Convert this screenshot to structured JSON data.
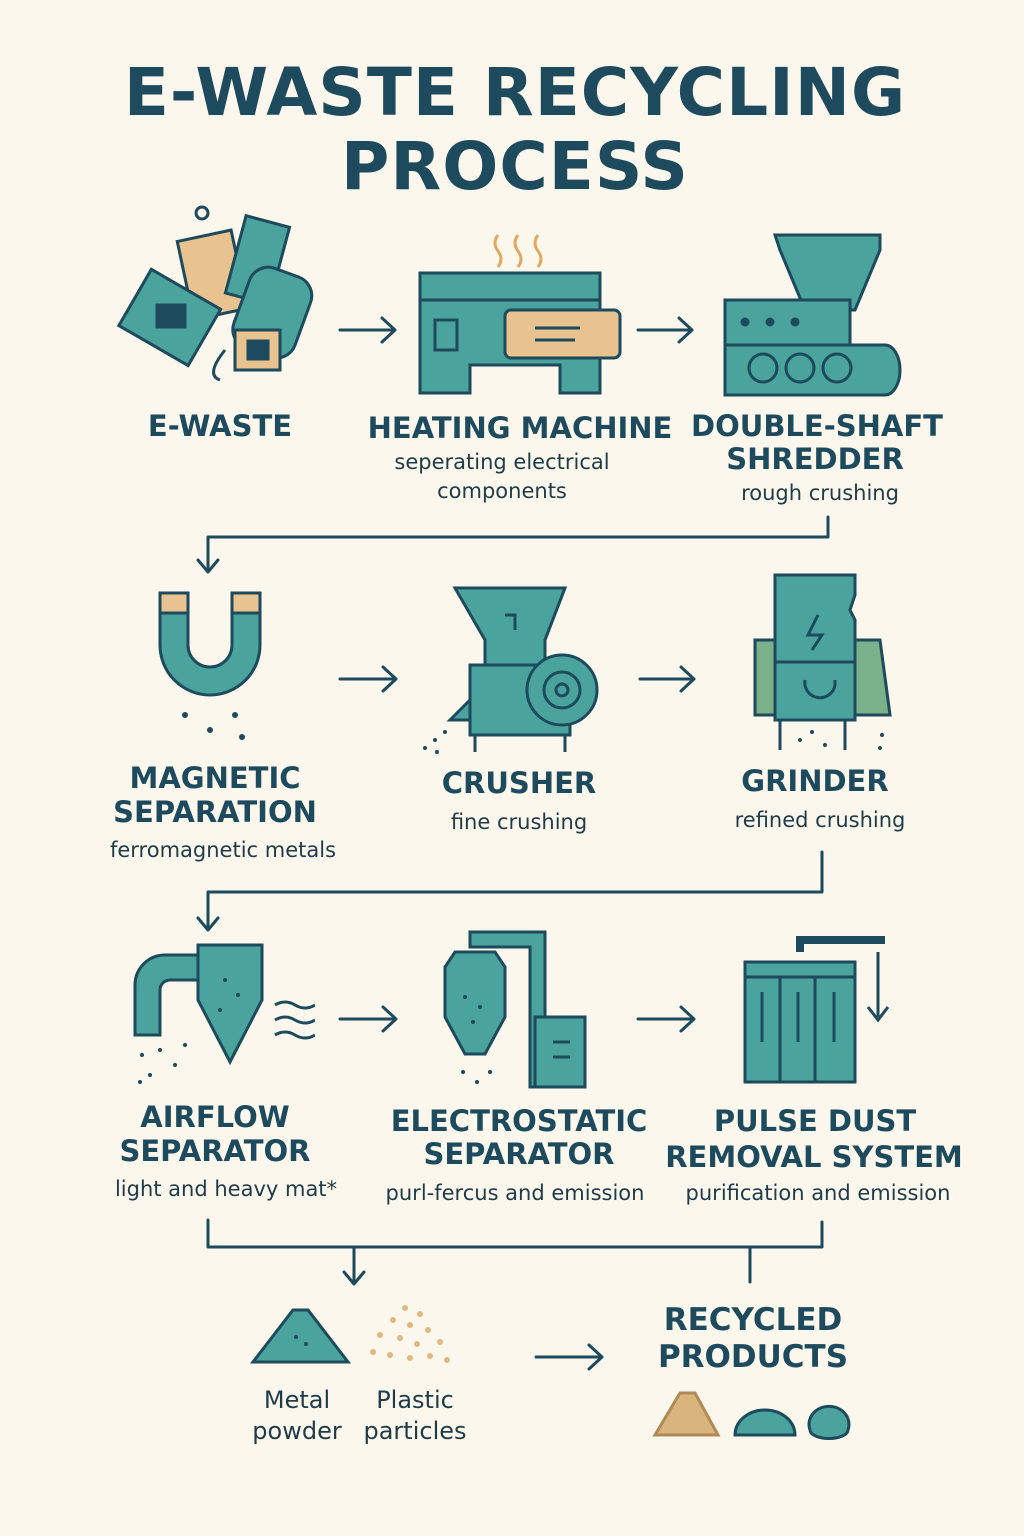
{
  "title": {
    "line1": "E-WASTE RECYCLING",
    "line2": "PROCESS"
  },
  "colors": {
    "background": "#fbf7ec",
    "text": "#1d4a5c",
    "teal": "#4aa39c",
    "tan": "#e8c28f"
  },
  "steps": [
    {
      "title": [
        "E-WASTE"
      ],
      "desc": []
    },
    {
      "title": [
        "HEATING MACHINE"
      ],
      "desc": [
        "seperating electrical",
        "components"
      ]
    },
    {
      "title": [
        "DOUBLE-SHAFT",
        "SHREDDER"
      ],
      "desc": [
        "rough crushing"
      ]
    },
    {
      "title": [
        "MAGNETIC",
        "SEPARATION"
      ],
      "desc": [
        "ferromagnetic metals"
      ]
    },
    {
      "title": [
        "CRUSHER"
      ],
      "desc": [
        "fine crushing"
      ]
    },
    {
      "title": [
        "GRINDER"
      ],
      "desc": [
        "refined crushing"
      ]
    },
    {
      "title": [
        "AIRFLOW",
        "SEPARATOR"
      ],
      "desc": [
        "light and heavy mat*"
      ]
    },
    {
      "title": [
        "ELECTROSTATIC",
        "SEPARATOR"
      ],
      "desc": [
        "purl-fercus and emission"
      ]
    },
    {
      "title": [
        "PULSE DUST",
        "REMOVAL SYSTEM"
      ],
      "desc": [
        "purification and emission"
      ]
    }
  ],
  "outputs": {
    "metal": [
      "Metal",
      "powder"
    ],
    "plastic": [
      "Plastic",
      "particles"
    ],
    "recycled": [
      "RECYCLED",
      "PRODUCTS"
    ]
  }
}
